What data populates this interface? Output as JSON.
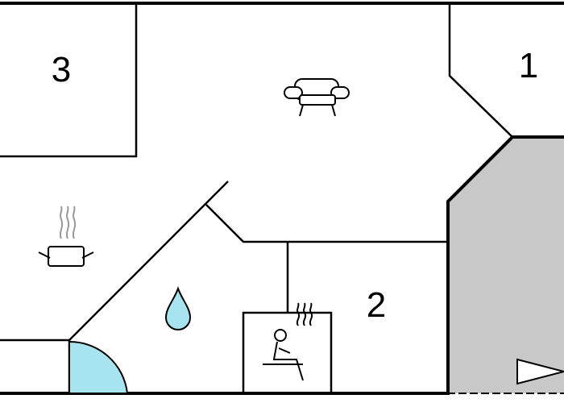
{
  "rooms": {
    "room_1": {
      "label": "1"
    },
    "room_2": {
      "label": "2"
    },
    "room_3": {
      "label": "3"
    }
  },
  "icons": {
    "living_room": "sofa-icon",
    "kitchen": "cooking-pot-icon",
    "bathroom": "water-drop-icon",
    "sauna": "sauna-icon",
    "entrance": "entrance-arrow-icon"
  },
  "colors": {
    "wall": "#000000",
    "exterior_area": "#c8c8c8",
    "water": "#a8e4f0",
    "background": "#ffffff"
  }
}
